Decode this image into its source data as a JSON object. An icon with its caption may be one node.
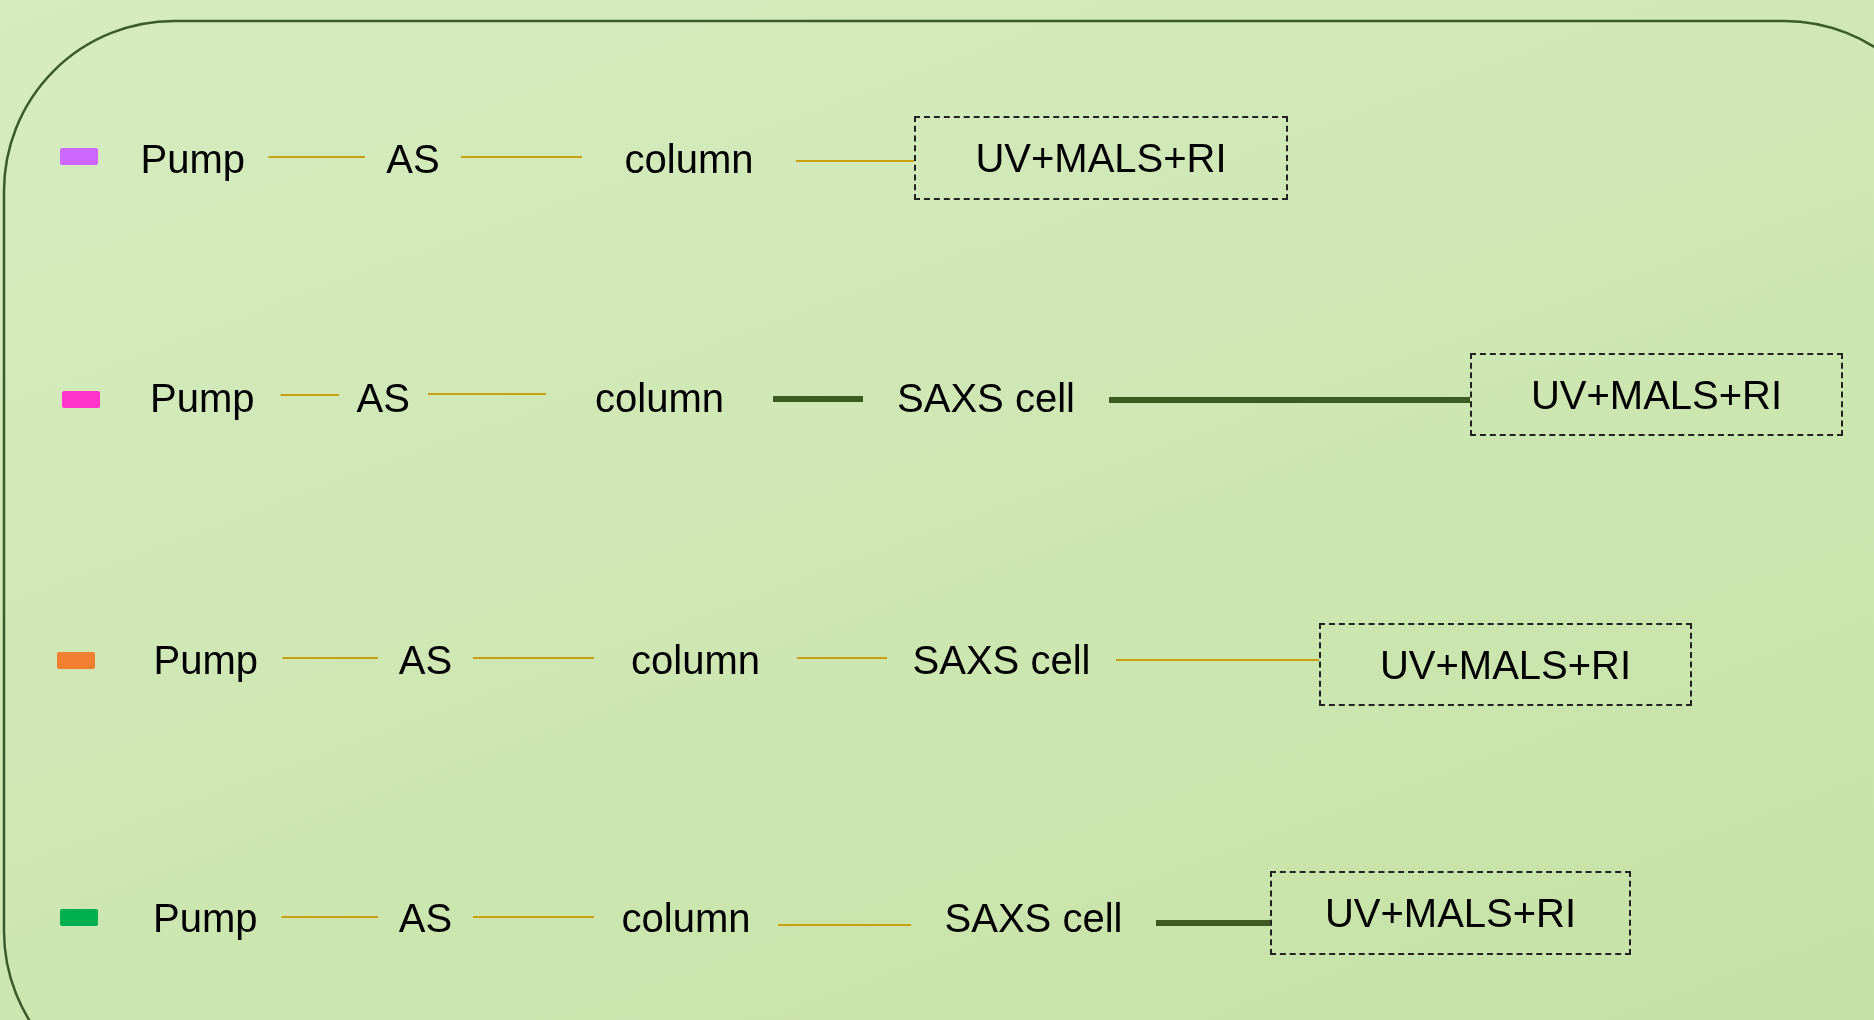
{
  "diagram": {
    "nodes": [
      {
        "text": [
          "Pump"
        ]
      },
      {
        "text": [
          "AS"
        ]
      },
      {
        "text": [
          "column"
        ]
      },
      {
        "text": [
          "UV+MALS+RI"
        ]
      },
      {
        "text": [
          "Pump"
        ]
      },
      {
        "text": [
          "AS"
        ]
      },
      {
        "text": [
          "column"
        ]
      },
      {
        "text": [
          "SAXS cell"
        ]
      },
      {
        "text": [
          "UV+MALS+RI"
        ]
      },
      {
        "text": [
          "Pump"
        ]
      },
      {
        "text": [
          "AS"
        ]
      },
      {
        "text": [
          "column"
        ]
      },
      {
        "text": [
          "SAXS cell"
        ]
      },
      {
        "text": [
          "UV+MALS+RI"
        ]
      },
      {
        "text": [
          "Pump"
        ]
      },
      {
        "text": [
          "AS"
        ]
      },
      {
        "text": [
          "column"
        ]
      },
      {
        "text": [
          "SAXS cell"
        ]
      },
      {
        "text": [
          "UV+MALS+RI"
        ]
      }
    ],
    "edges": [
      {
        "from": 0,
        "to": 1,
        "arrow": "none"
      },
      {
        "from": 1,
        "to": 2,
        "arrow": "none"
      },
      {
        "from": 2,
        "to": 3,
        "arrow": "none"
      },
      {
        "from": 4,
        "to": 5,
        "arrow": "none"
      },
      {
        "from": 5,
        "to": 6,
        "arrow": "none"
      },
      {
        "from": 6,
        "to": 7,
        "arrow": "none",
        "style": "thick",
        "color": "#3d5a22"
      },
      {
        "from": 7,
        "to": 8,
        "arrow": "none",
        "style": "thick",
        "color": "#3d5a22"
      },
      {
        "from": 9,
        "to": 10,
        "arrow": "none"
      },
      {
        "from": 10,
        "to": 11,
        "arrow": "none"
      },
      {
        "from": 11,
        "to": 12,
        "arrow": "none"
      },
      {
        "from": 12,
        "to": 13,
        "arrow": "none"
      },
      {
        "from": 14,
        "to": 15,
        "arrow": "none"
      },
      {
        "from": 15,
        "to": 16,
        "arrow": "none"
      },
      {
        "from": 16,
        "to": 17,
        "arrow": "none"
      },
      {
        "from": 17,
        "to": 18,
        "arrow": "none",
        "style": "thick",
        "color": "#3d5a22"
      }
    ]
  }
}
